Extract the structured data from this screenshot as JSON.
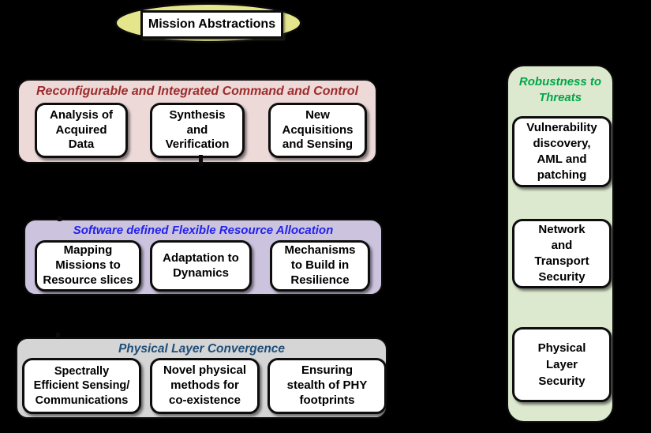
{
  "mission": {
    "label": "Mission Abstractions"
  },
  "palette": {
    "background": "#000000",
    "ellipse_fill": "#e5e68c",
    "pink_section_fill": "#ecd9d8",
    "pink_title_color": "#9e2b2b",
    "purple_section_fill": "#ccc3de",
    "purple_title_color": "#2222ee",
    "gray_section_fill": "#d5d5d5",
    "gray_title_color": "#1f4e79",
    "green_section_fill": "#dde9cf",
    "green_title_color": "#00a64a",
    "box_fill": "#ffffff",
    "box_border": "#0d0d0d"
  },
  "sections": [
    {
      "id": "command-control",
      "title": "Reconfigurable and Integrated Command and Control",
      "boxes": [
        "Analysis of\nAcquired\nData",
        "Synthesis\nand\nVerification",
        "New\nAcquisitions\nand Sensing"
      ]
    },
    {
      "id": "resource-allocation",
      "title": "Software defined Flexible Resource Allocation",
      "boxes": [
        "Mapping\nMissions to\nResource slices",
        "Adaptation to\nDynamics",
        "Mechanisms\nto Build in\nResilience"
      ]
    },
    {
      "id": "physical-layer-convergence",
      "title": "Physical Layer Convergence",
      "boxes": [
        "Spectrally\nEfficient Sensing/\nCommunications",
        "Novel physical\nmethods for\nco-existence",
        "Ensuring\nstealth of PHY\nfootprints"
      ]
    },
    {
      "id": "robustness-to-threats",
      "title": "Robustness to\nThreats",
      "boxes": [
        "Vulnerability\ndiscovery,\nAML and\npatching",
        "Network\nand\nTransport\nSecurity",
        "Physical\nLayer\nSecurity"
      ]
    }
  ]
}
